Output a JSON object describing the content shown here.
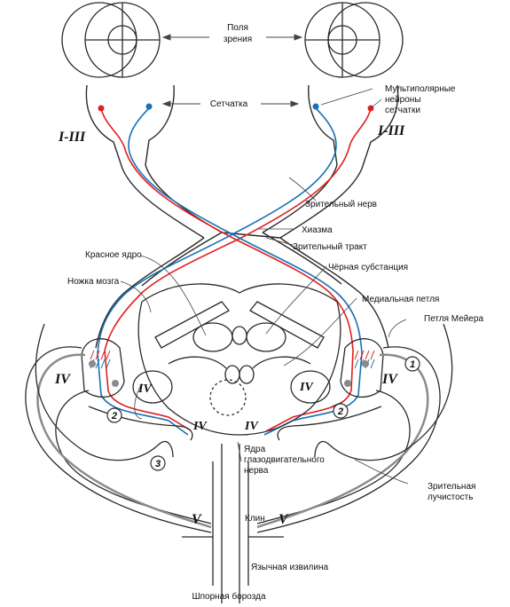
{
  "colors": {
    "outline": "#2a2a2a",
    "fiber_red": "#e02020",
    "fiber_blue": "#1a6fb5",
    "gray_fiber": "#8a8a8a",
    "leader": "#444444"
  },
  "labels": {
    "visual_fields": [
      "Поля",
      "зрения"
    ],
    "retina": "Сетчатка",
    "multipolar_neurons": [
      "Мультиполярные",
      "нейроны",
      "сетчатки"
    ],
    "optic_nerve": "Зрительный нерв",
    "chiasm": "Хиазма",
    "optic_tract": "Зрительный тракт",
    "substantia_nigra": "Чёрная субстанция",
    "red_nucleus": "Красное ядро",
    "cerebral_peduncle": "Ножка мозга",
    "medial_lemniscus": "Медиальная петля",
    "meyer_loop": "Петля Мейера",
    "oculomotor_nuclei": [
      "Ядра",
      "глазодвигательного",
      "нерва"
    ],
    "optic_radiation": [
      "Зрительная",
      "лучистость"
    ],
    "cuneus": "Клин",
    "lingual_gyrus": "Язычная извилина",
    "calcarine_sulcus": "Шпорная борозда"
  },
  "markers": {
    "roman_1_3": "I-III",
    "roman_4": "IV",
    "roman_5": "V",
    "circled_1": "1",
    "circled_2": "2",
    "circled_3": "3"
  }
}
